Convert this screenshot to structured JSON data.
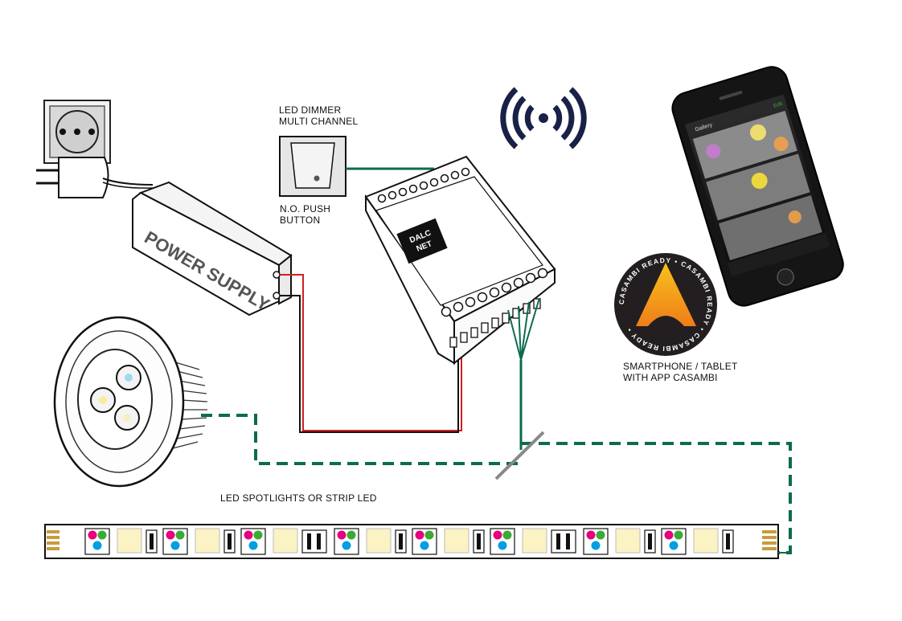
{
  "labels": {
    "dimmer_line1": "LED DIMMER",
    "dimmer_line2": "MULTI CHANNEL",
    "push_line1": "N.O. PUSH",
    "push_line2": "BUTTON",
    "phone_line1": "SMARTPHONE / TABLET",
    "phone_line2": "WITH APP CASAMBI",
    "spots": "LED SPOTLIGHTS  OR STRIP LED"
  },
  "power_supply": {
    "text": "POWER SUPPLY"
  },
  "controller": {
    "brand_line1": "DALC",
    "brand_line2": "NET"
  },
  "phone_app": {
    "title": "Gallery",
    "edit": "Edit"
  },
  "badge": {
    "ring_text": "CASAMBI READY • CASAMBI READY • CASAMBI READY • "
  },
  "colors": {
    "wire_green": "#0d6b4f",
    "wire_red": "#d21f1f",
    "wire_black": "#111111",
    "casambi_orange": "#f39a1e",
    "badge_bg": "#231f20",
    "strip_rgb_red": "#e6007e",
    "strip_rgb_green": "#3aaa35",
    "strip_rgb_blue": "#009fe3",
    "strip_white_led": "#fbf3c4",
    "wifi_navy": "#1a2147"
  },
  "icons": [
    "wireless-signal-icon",
    "socket-icon",
    "plug-icon",
    "casambi-logo"
  ]
}
